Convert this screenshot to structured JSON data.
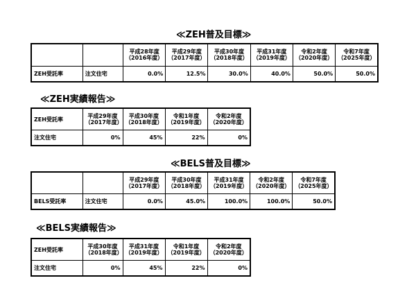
{
  "sections": {
    "zeh_target": {
      "title": "≪ZEH普及目標≫",
      "headers": [
        [
          "平成28年度",
          "（2016年度）"
        ],
        [
          "平成29年度",
          "（2017年度）"
        ],
        [
          "平成30年度",
          "（2018年度）"
        ],
        [
          "平成31年度",
          "（2019年度）"
        ],
        [
          "令和2年度",
          "（2020年度）"
        ],
        [
          "令和7年度",
          "（2025年度）"
        ]
      ],
      "row_label": "ZEH受託率",
      "row_sub": "注文住宅",
      "values": [
        "0.0%",
        "12.5%",
        "30.0%",
        "40.0%",
        "50.0%",
        "50.0%"
      ]
    },
    "zeh_report": {
      "title": "≪ZEH実績報告≫",
      "corner": "ZEH受託率",
      "headers": [
        [
          "平成29年度",
          "（2017年度）"
        ],
        [
          "平成30年度",
          "（2018年度）"
        ],
        [
          "令和1年度",
          "（2019年度）"
        ],
        [
          "令和2年度",
          "（2020年度）"
        ]
      ],
      "row_label": "注文住宅",
      "values": [
        "0%",
        "45%",
        "22%",
        "0%"
      ]
    },
    "bels_target": {
      "title": "≪BELS普及目標≫",
      "headers": [
        [
          "平成29年度",
          "（2017年度）"
        ],
        [
          "平成30年度",
          "（2018年度）"
        ],
        [
          "平成31年度",
          "（2019年度）"
        ],
        [
          "令和2年度",
          "（2020年度）"
        ],
        [
          "令和7年度",
          "（2025年度）"
        ]
      ],
      "row_label": "BELS受託率",
      "row_sub": "注文住宅",
      "values": [
        "0.0%",
        "45.0%",
        "100.0%",
        "100.0%",
        "50.0%"
      ]
    },
    "bels_report": {
      "title": "≪BELS実績報告≫",
      "corner": "ZEH受託率",
      "headers": [
        [
          "平成30年度",
          "（2018年度）"
        ],
        [
          "平成31年度",
          "（2019年度）"
        ],
        [
          "令和1年度",
          "（2019年度）"
        ],
        [
          "令和2年度",
          "（2020年度）"
        ]
      ],
      "row_label": "注文住宅",
      "values": [
        "0%",
        "45%",
        "22%",
        "0%"
      ]
    }
  }
}
